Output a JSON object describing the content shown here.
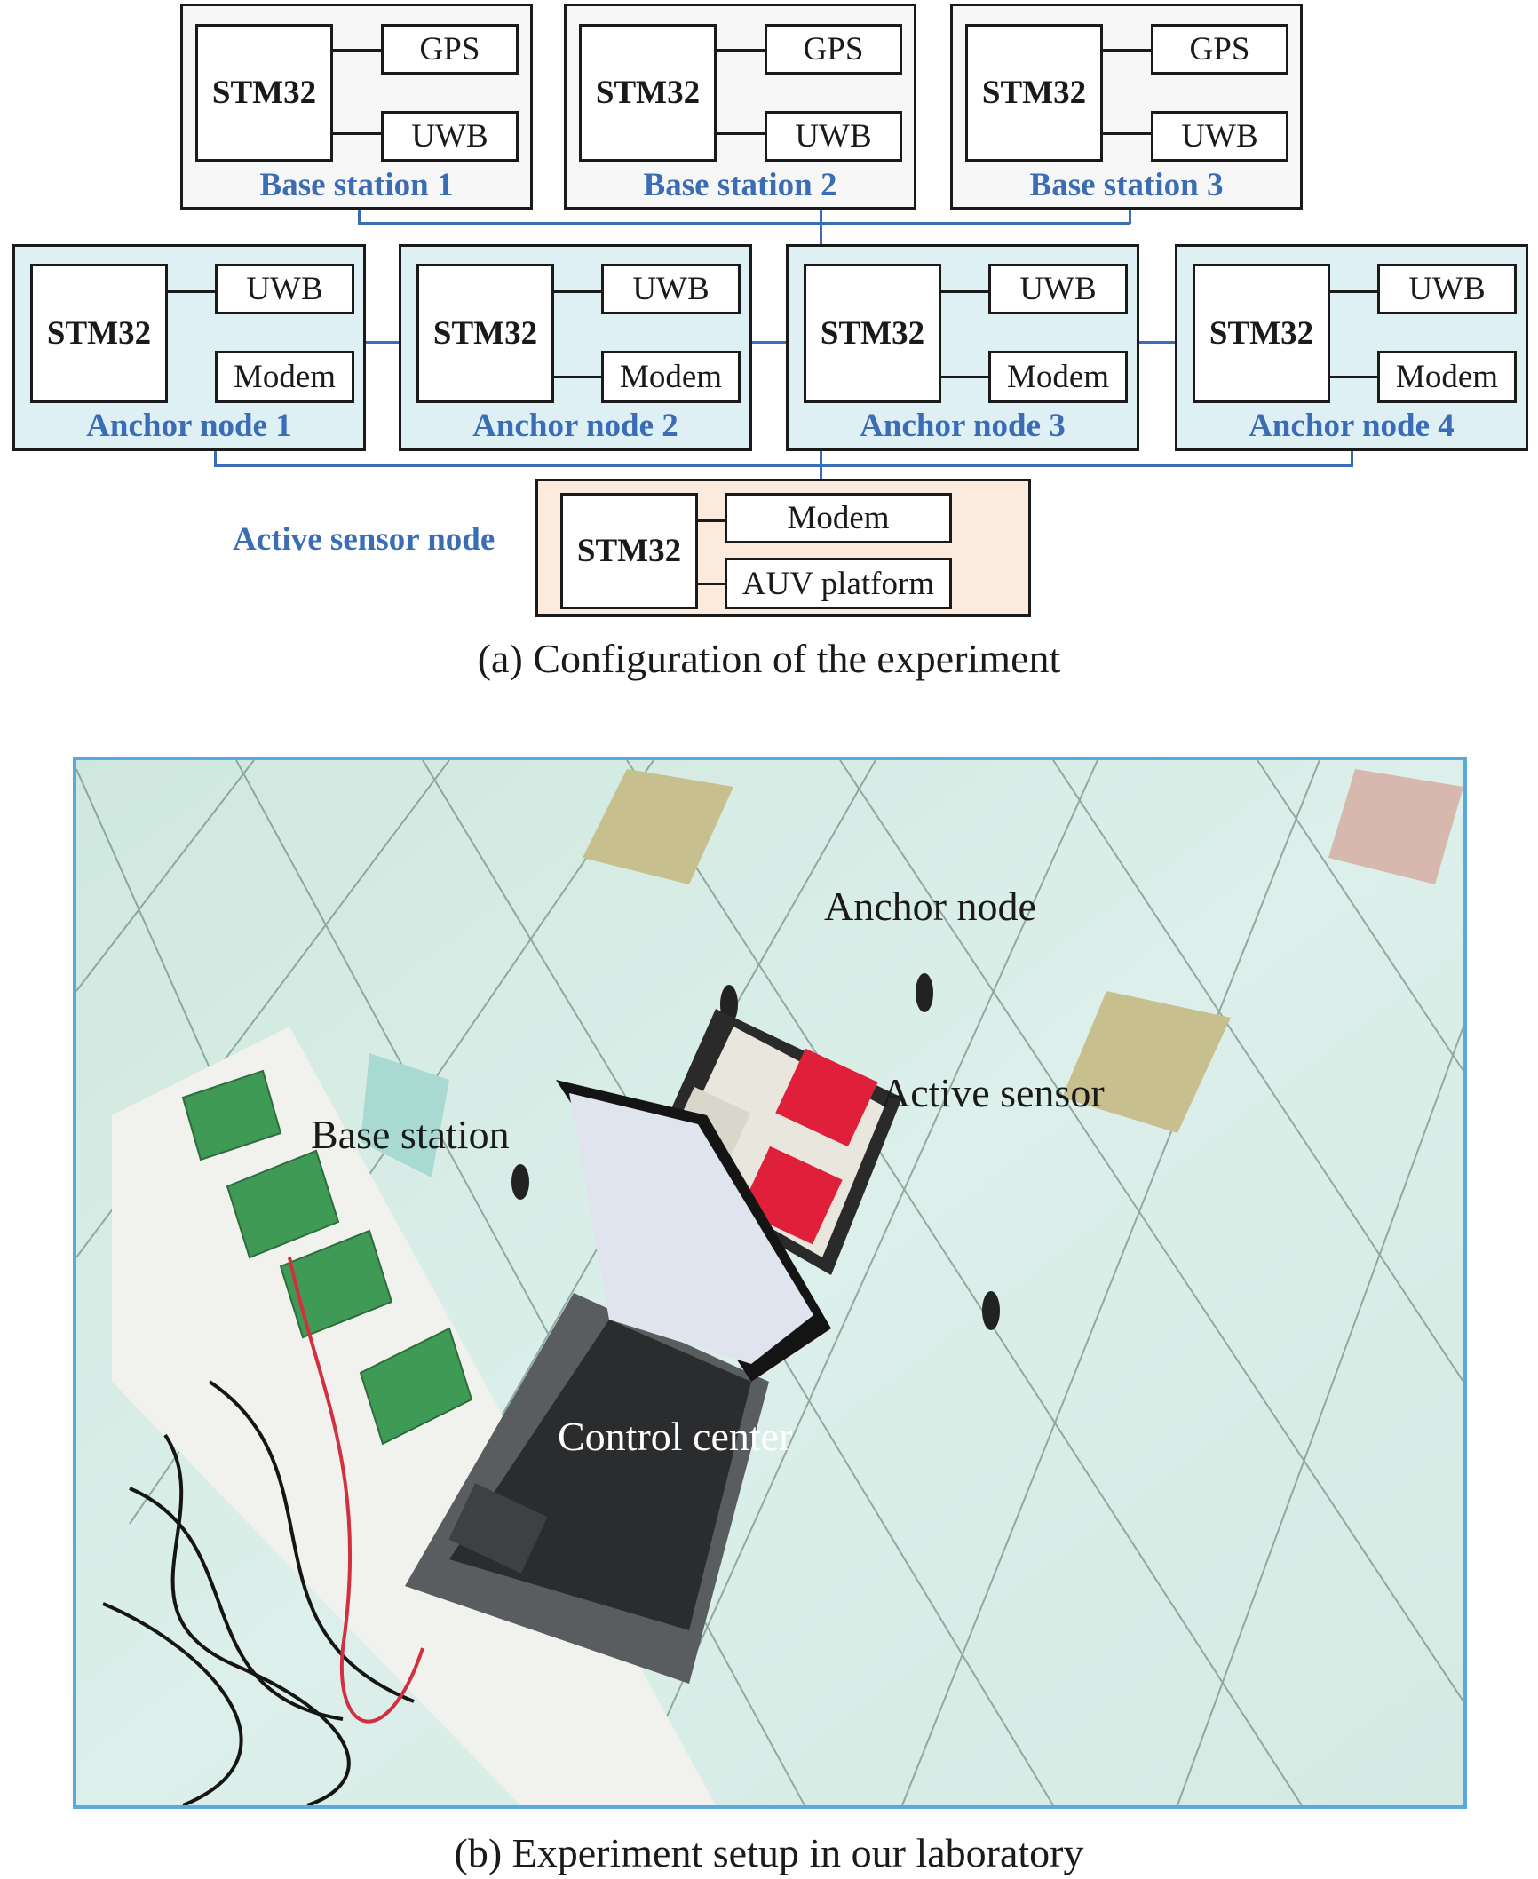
{
  "figure": {
    "panel_a": {
      "caption": "(a) Configuration of the experiment",
      "base_stations": [
        {
          "label": "Base station 1",
          "mcu": "STM32",
          "modules": [
            "GPS",
            "UWB"
          ]
        },
        {
          "label": "Base station 2",
          "mcu": "STM32",
          "modules": [
            "GPS",
            "UWB"
          ]
        },
        {
          "label": "Base station 3",
          "mcu": "STM32",
          "modules": [
            "GPS",
            "UWB"
          ]
        }
      ],
      "anchor_nodes": [
        {
          "label": "Anchor node 1",
          "mcu": "STM32",
          "modules": [
            "UWB",
            "Modem"
          ]
        },
        {
          "label": "Anchor node 2",
          "mcu": "STM32",
          "modules": [
            "UWB",
            "Modem"
          ]
        },
        {
          "label": "Anchor node 3",
          "mcu": "STM32",
          "modules": [
            "UWB",
            "Modem"
          ]
        },
        {
          "label": "Anchor node 4",
          "mcu": "STM32",
          "modules": [
            "UWB",
            "Modem"
          ]
        }
      ],
      "active_sensor": {
        "label": "Active sensor node",
        "mcu": "STM32",
        "modules": [
          "Modem",
          "AUV platform"
        ]
      },
      "colors": {
        "label_blue": "#3a6db5",
        "base_fill": "#f7f7f7",
        "anchor_fill": "#dff0f5",
        "active_fill": "#fbebde"
      }
    },
    "panel_b": {
      "caption": "(b) Experiment setup in our laboratory",
      "annotations": {
        "anchor_node": "Anchor node",
        "active_sensor": "Active sensor",
        "base_station": "Base station",
        "control_center": "Control center"
      },
      "colors": {
        "frame": "#5aa9dc"
      }
    }
  }
}
